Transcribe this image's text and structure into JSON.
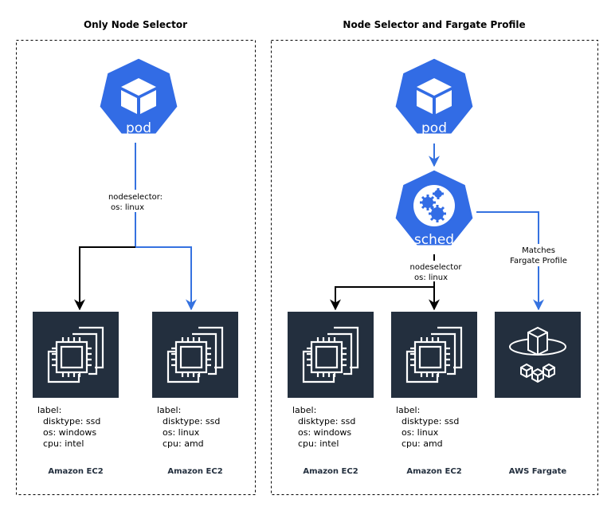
{
  "titles": {
    "left": "Only Node Selector",
    "right": "Node Selector and Fargate Profile"
  },
  "left": {
    "pod_label": "pod",
    "edge_label_1": "nodeselector:",
    "edge_label_2": "os: linux",
    "nodes": [
      {
        "lines": [
          "label:",
          "disktype: ssd",
          "os: windows",
          "cpu: intel"
        ],
        "caption": "Amazon EC2"
      },
      {
        "lines": [
          "label:",
          "disktype: ssd",
          "os: linux",
          "cpu: amd"
        ],
        "caption": "Amazon EC2"
      }
    ]
  },
  "right": {
    "pod_label": "pod",
    "sched_label": "sched",
    "edge_label_1": "nodeselector",
    "edge_label_2": "os: linux",
    "fargate_label_1": "Matches",
    "fargate_label_2": "Fargate Profile",
    "nodes": [
      {
        "lines": [
          "label:",
          "disktype: ssd",
          "os: windows",
          "cpu: intel"
        ],
        "caption": "Amazon EC2"
      },
      {
        "lines": [
          "label:",
          "disktype: ssd",
          "os: linux",
          "cpu: amd"
        ],
        "caption": "Amazon EC2"
      }
    ],
    "fargate_caption": "AWS Fargate"
  },
  "colors": {
    "k8s_blue": "#326ce5",
    "aws_dark": "#232f3e",
    "arrow_blue": "#3572e0",
    "arrow_black": "#000000"
  },
  "icons": [
    "kubernetes-pod-icon",
    "kubernetes-scheduler-icon",
    "ec2-instance-icon",
    "fargate-icon"
  ]
}
